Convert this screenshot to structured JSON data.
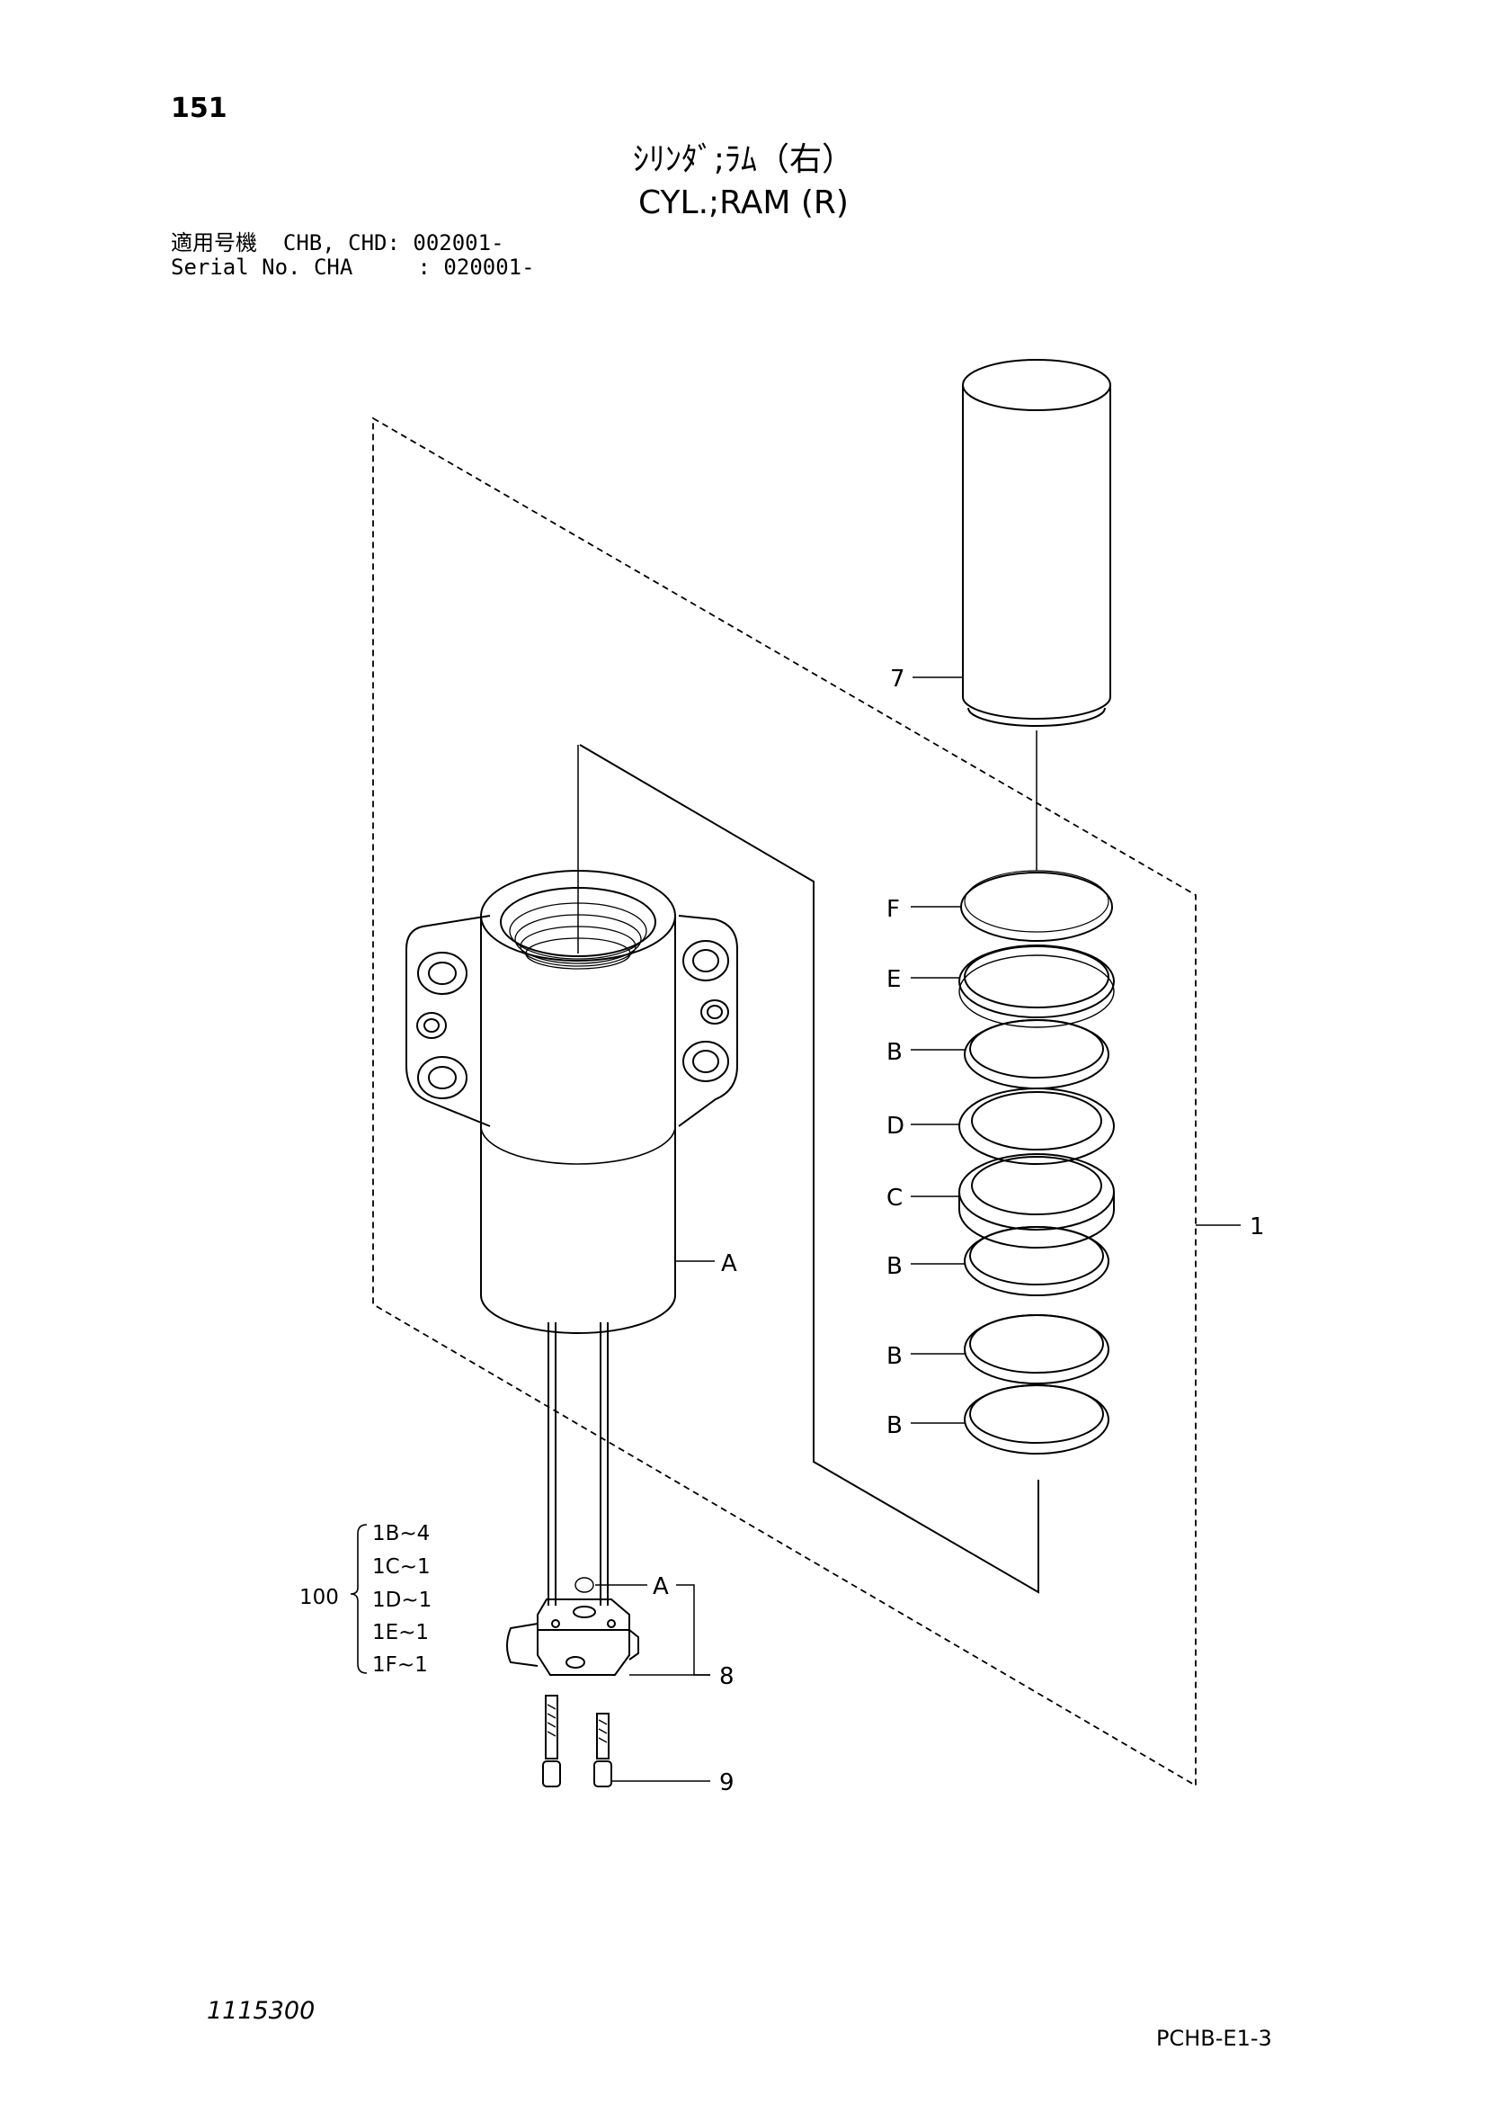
{
  "header": {
    "page_number": "151",
    "title_jp": "ｼﾘﾝﾀﾞ;ﾗﾑ（右）",
    "title_en": "CYL.;RAM (R)",
    "serial_line_1": "適用号機  CHB, CHD: 002001-",
    "serial_line_2": "Serial No. CHA     : 020001-"
  },
  "callouts": {
    "part_7": "7",
    "seal_f": "F",
    "seal_e": "E",
    "seal_b1": "B",
    "seal_d": "D",
    "seal_c": "C",
    "seal_b2": "B",
    "seal_b3": "B",
    "seal_b4": "B",
    "part_1": "1",
    "cylinder_a": "A",
    "block_a": "A",
    "part_8": "8",
    "part_9": "9"
  },
  "kit": {
    "number": "100",
    "items": [
      "1B~4",
      "1C~1",
      "1D~1",
      "1E~1",
      "1F~1"
    ]
  },
  "footer": {
    "drawing_number": "1115300",
    "doc_code": "PCHB-E1-3"
  }
}
